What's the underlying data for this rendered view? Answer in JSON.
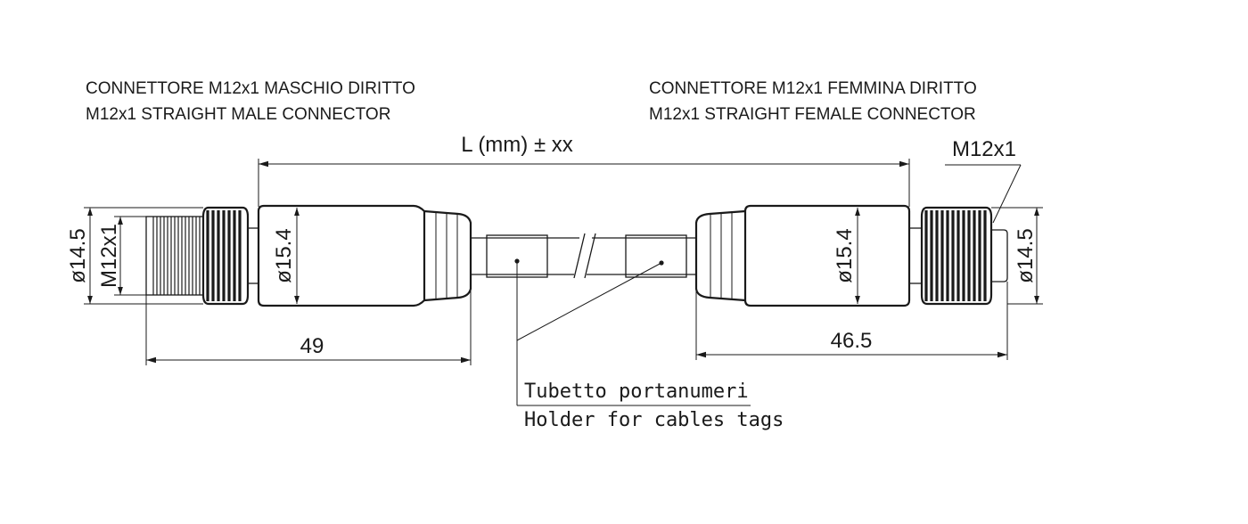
{
  "titles": {
    "male_it": "CONNETTORE M12x1 MASCHIO DIRITTO",
    "male_en": "M12x1 STRAIGHT MALE CONNECTOR",
    "female_it": "CONNETTORE M12x1 FEMMINA DIRITTO",
    "female_en": "M12x1 STRAIGHT FEMALE CONNECTOR"
  },
  "dimensions": {
    "length": "L (mm) ± xx",
    "thread_right": "M12x1",
    "male_thread": "M12x1",
    "male_outer_dia": "ø14.5",
    "male_body_dia": "ø15.4",
    "female_body_dia": "ø15.4",
    "female_outer_dia": "ø14.5",
    "male_length": "49",
    "female_length": "46.5"
  },
  "annotation": {
    "line1": "Tubetto portanumeri",
    "line2": "Holder for cables tags"
  }
}
